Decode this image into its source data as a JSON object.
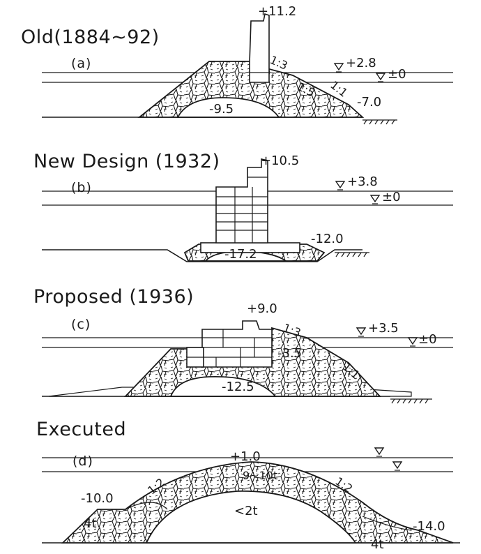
{
  "panels": [
    {
      "title": "Old(1884~92)",
      "label": "(a)",
      "crest": "+11.2",
      "high_water": "+2.8",
      "low_water": "±0",
      "slope_upper": "1:3",
      "slope_mid": "1:5",
      "slope_lower": "1:1",
      "depth_center": "-9.5",
      "depth_right": "-7.0"
    },
    {
      "title": "New Design (1932)",
      "label": "(b)",
      "crest": "+10.5",
      "high_water": "+3.8",
      "low_water": "±0",
      "depth_right": "-12.0",
      "depth_center": "-17.2"
    },
    {
      "title": "Proposed (1936)",
      "label": "(c)",
      "crest": "+9.0",
      "high_water": "+3.5",
      "low_water": "±0",
      "slope_upper": "1:3",
      "depth_mid": "-3.5",
      "slope_lower": "1:1",
      "depth_center": "-12.5"
    },
    {
      "title": "Executed",
      "label": "(d)",
      "crest": "+1.0",
      "weight_top": "9~10t",
      "slope_left": "1:2",
      "slope_right": "1:2",
      "depth_left": "-10.0",
      "depth_right": "-14.0",
      "weight_left": "4t",
      "weight_core": "<2t",
      "weight_bottom": "4t"
    }
  ],
  "icons": [
    "water-level-triangle-icon",
    "seabed-hatch-icon"
  ],
  "colors": {
    "ink": "#1a1a1a",
    "paper": "#ffffff"
  }
}
